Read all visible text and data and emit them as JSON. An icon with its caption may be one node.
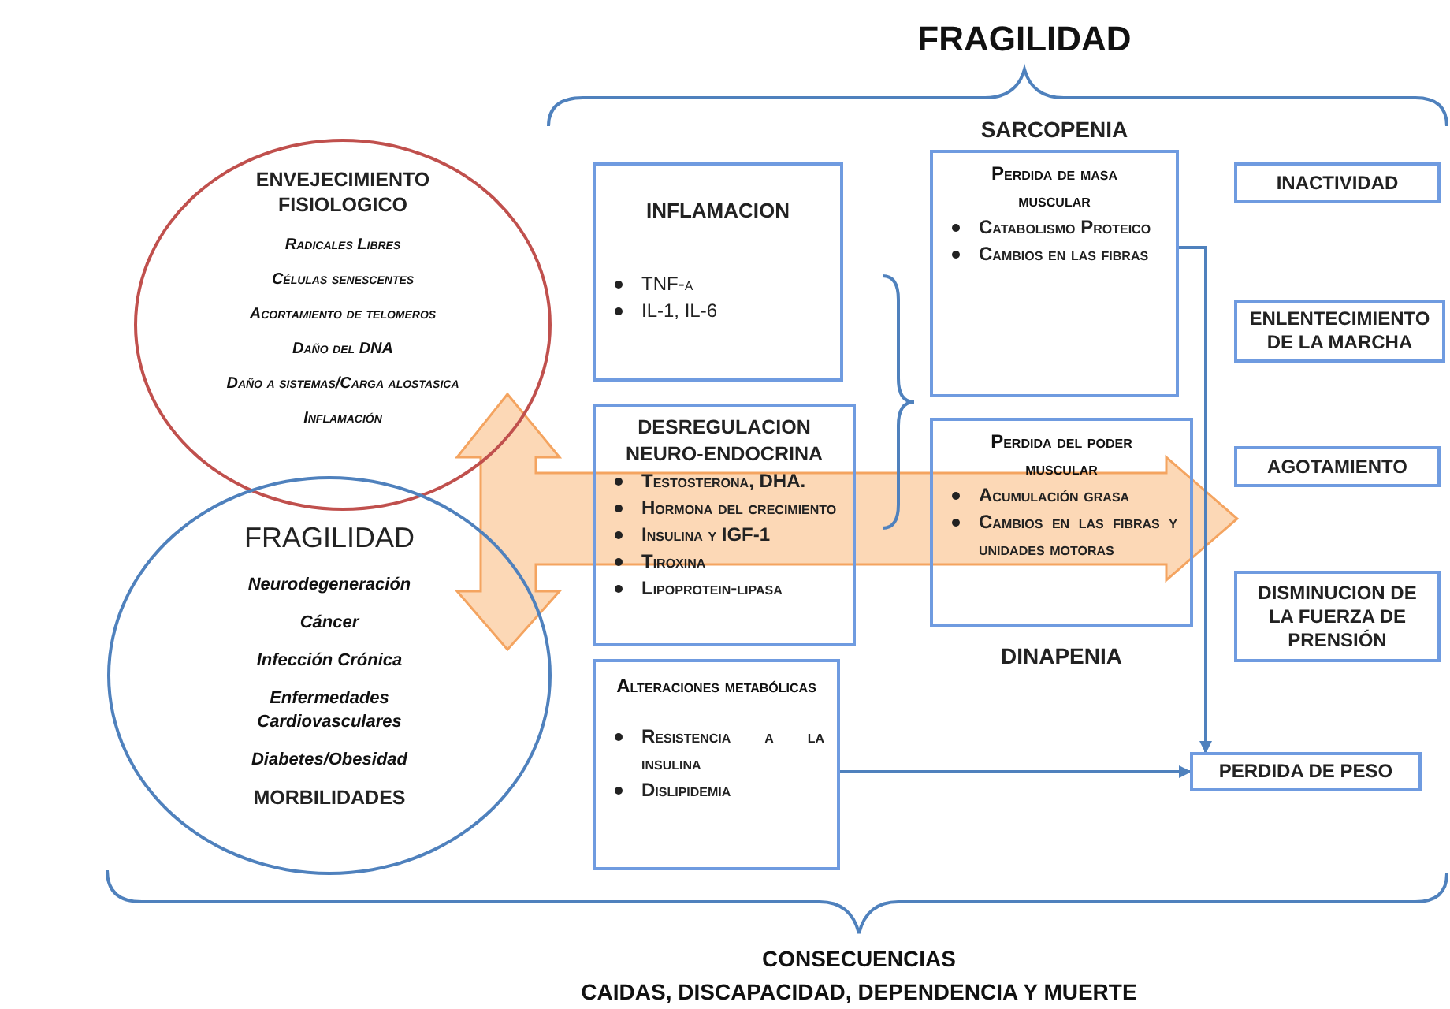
{
  "diagram": {
    "title": "FRAGILIDAD",
    "nodes": [
      {
        "text": [
          "ENVEJECIMIENTO FISIOLOGICO",
          "Radicales Libres",
          "Células senescentes",
          "Acortamiento de telomeros",
          "Daño del DNA",
          "Daño a sistemas/Carga alostasica",
          "Inflamación"
        ]
      },
      {
        "text": [
          "FRAGILIDAD",
          "Neurodegeneración",
          "Cáncer",
          "Infección Crónica",
          "Enfermedades Cardiovasculares",
          "Diabetes/Obesidad",
          "MORBILIDADES"
        ]
      },
      {
        "text": [
          "INFLAMACION",
          "TNF-α",
          "IL-1, IL-6"
        ]
      },
      {
        "text": [
          "DESREGULACION NEURO-ENDOCRINA",
          "Testosterona, DHA.",
          "Hormona del crecimiento",
          "Insulina y IGF-1",
          "Tiroxina",
          "Lipoprotein-lipasa"
        ]
      },
      {
        "text": [
          "Alteraciones metabólicas",
          "Resistencia a la insulina",
          "Dislipidemia"
        ]
      },
      {
        "text": [
          "Perdida de masa muscular",
          "Catabolismo Proteico",
          "Cambios en las fibras"
        ],
        "beside": [
          "SARCOPENIA"
        ]
      },
      {
        "text": [
          "Perdida del poder muscular",
          "Acumulación grasa",
          "Cambios en las fibras y unidades motoras"
        ],
        "beside": [
          "DINAPENIA"
        ]
      },
      {
        "text": [
          "INACTIVIDAD"
        ]
      },
      {
        "text": [
          "ENLENTECIMIENTO DE LA MARCHA"
        ]
      },
      {
        "text": [
          "AGOTAMIENTO"
        ]
      },
      {
        "text": [
          "DISMINUCION DE LA FUERZA DE PRENSIÓN"
        ]
      },
      {
        "text": [
          "PERDIDA DE PESO"
        ]
      }
    ],
    "edges": [
      {
        "from": 4,
        "to": 11,
        "arrow": "to"
      },
      {
        "from": 5,
        "to": 11,
        "arrow": "to"
      }
    ],
    "labels": [
      "CONSECUENCIAS",
      "CAIDAS, DISCAPACIDAD, DEPENDENCIA Y MUERTE"
    ]
  }
}
